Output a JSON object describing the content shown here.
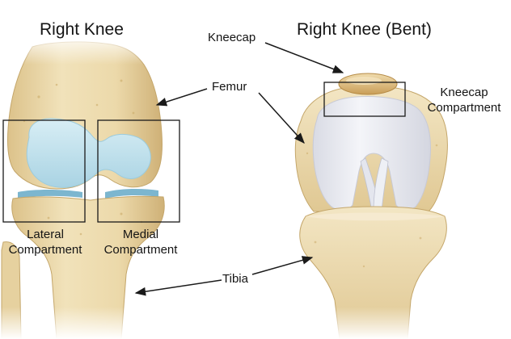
{
  "titles": {
    "left": "Right Knee",
    "right": "Right Knee (Bent)"
  },
  "labels": {
    "kneecap": "Kneecap",
    "femur": "Femur",
    "tibia": "Tibia",
    "lateral": [
      "Lateral",
      "Compartment"
    ],
    "medial": [
      "Medial",
      "Compartment"
    ],
    "kneecap_compartment": [
      "Kneecap",
      "Compartment"
    ]
  },
  "colors": {
    "bone": "#ead8ab",
    "bone_shadow": "#c9ab6c",
    "cartilage": "#bfe0ec",
    "meniscus": "#7cb6cf",
    "white_cartilage": "#eceef4",
    "outline": "#1a1a1a"
  }
}
